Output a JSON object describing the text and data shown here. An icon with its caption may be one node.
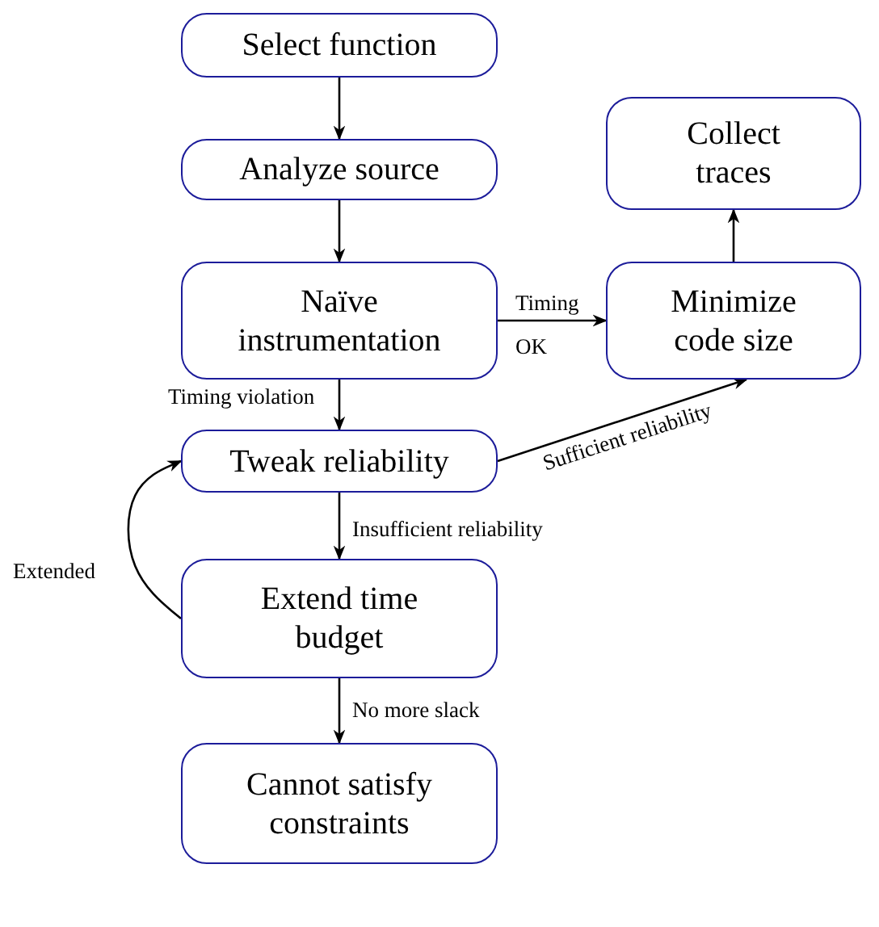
{
  "diagram": {
    "nodes": [
      {
        "text": [
          "Select function"
        ]
      },
      {
        "text": [
          "Analyze source"
        ]
      },
      {
        "text": [
          "Naïve instrumentation"
        ]
      },
      {
        "text": [
          "Tweak reliability"
        ]
      },
      {
        "text": [
          "Extend time budget"
        ]
      },
      {
        "text": [
          "Cannot satisfy constraints"
        ]
      },
      {
        "text": [
          "Collect traces"
        ]
      },
      {
        "text": [
          "Minimize code size"
        ]
      }
    ],
    "edges": [
      {
        "from": 0,
        "to": 1,
        "arrow": "to"
      },
      {
        "from": 1,
        "to": 2,
        "arrow": "to"
      },
      {
        "from": 2,
        "to": 3,
        "arrow": "to",
        "label": "Timing violation"
      },
      {
        "from": 2,
        "to": 7,
        "arrow": "to",
        "label": "Timing OK"
      },
      {
        "from": 7,
        "to": 6,
        "arrow": "to"
      },
      {
        "from": 3,
        "to": 7,
        "arrow": "to",
        "label": "Sufficient reliability"
      },
      {
        "from": 3,
        "to": 4,
        "arrow": "to",
        "label": "Insufficient reliability"
      },
      {
        "from": 4,
        "to": 3,
        "arrow": "to",
        "label": "Extended"
      },
      {
        "from": 4,
        "to": 5,
        "arrow": "to",
        "label": "No more slack"
      }
    ]
  }
}
